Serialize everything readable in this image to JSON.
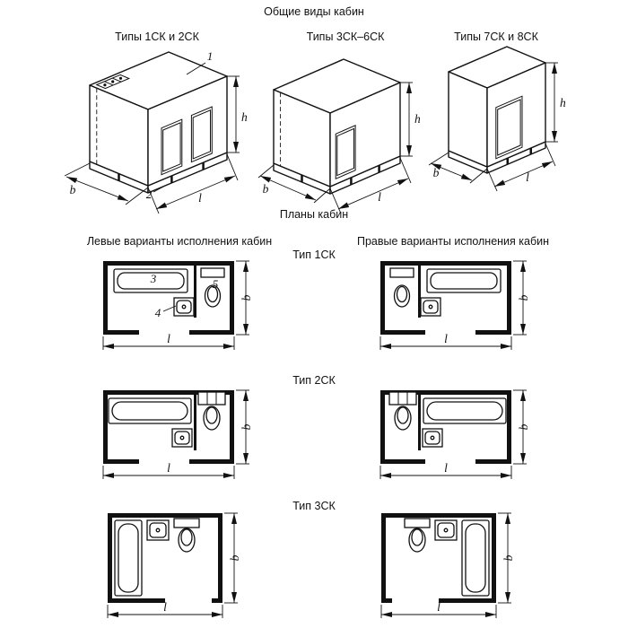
{
  "colors": {
    "ink": "#111111",
    "background": "#ffffff"
  },
  "header": {
    "title": "Общие виды кабин"
  },
  "views": [
    {
      "label": "Типы 1СК и 2СК"
    },
    {
      "label": "Типы 3СК–6СК"
    },
    {
      "label": "Типы 7СК и 8СК"
    }
  ],
  "plans_section": {
    "title": "Планы кабин",
    "left_heading": "Левые варианты исполнения кабин",
    "right_heading": "Правые варианты исполнения кабин",
    "types": [
      {
        "label": "Тип 1СК"
      },
      {
        "label": "Тип 2СК"
      },
      {
        "label": "Тип 3СК"
      }
    ]
  },
  "dims": {
    "h": "h",
    "b": "b",
    "l": "l"
  },
  "callouts": {
    "c1": "1",
    "c2": "2",
    "c3": "3",
    "c4": "4",
    "c5": "5"
  }
}
